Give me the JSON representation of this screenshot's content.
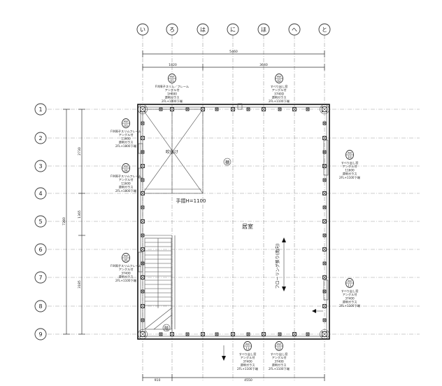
{
  "grid": {
    "columns": [
      "い",
      "ろ",
      "は",
      "に",
      "ほ",
      "へ",
      "と"
    ],
    "rows": [
      "1",
      "2",
      "3",
      "4",
      "5",
      "6",
      "7",
      "8",
      "9"
    ]
  },
  "dimensions": {
    "top_overall": "5460",
    "top_left": "1820",
    "top_right": "3640",
    "left_overall": "7280",
    "left_upper": "2730",
    "left_mid": "1365",
    "left_lower": "3185",
    "bottom_left": "910",
    "bottom_right": "4550"
  },
  "rooms": {
    "void": "吹抜け",
    "main": "居室",
    "handrail": "手摺H=1100",
    "flooring": "フローリング張り(南向)",
    "stair_label": "階",
    "circle_mark": "棚"
  },
  "window_tags": [
    {
      "id": "tag-01",
      "code": "AW",
      "num": "01",
      "lines": [
        "FIX障子スリム／フレーム",
        "アングル付",
        "1H600",
        "透明ガラス",
        "2FL+1800下端"
      ]
    },
    {
      "id": "tag-02",
      "code": "AW",
      "num": "02",
      "lines": [
        "すべり出し窓",
        "アングル付",
        "3740D",
        "透明ガラス",
        "2FL+1100下端"
      ]
    },
    {
      "id": "tag-03",
      "code": "AW",
      "num": "03",
      "lines": [
        "FIX障子スリムフレーム",
        "アングル付",
        "11600",
        "透明ガラス",
        "2FL+1800下端"
      ]
    },
    {
      "id": "tag-04",
      "code": "AW",
      "num": "04",
      "lines": [
        "FIX障子スリムフレーム",
        "アングル付",
        "11600",
        "透明ガラス",
        "2FL+1800下端"
      ]
    },
    {
      "id": "tag-05",
      "code": "AW",
      "num": "05",
      "lines": [
        "FIX障子スリムフレーム",
        "アングル付",
        "37400",
        "透明ガラス",
        "2FL+1100下端"
      ]
    },
    {
      "id": "tag-10",
      "code": "AW",
      "num": "10",
      "lines": [
        "すべり出し窓",
        "アングル付",
        "11600",
        "透明ガラス",
        "2FL+1100下端"
      ]
    },
    {
      "id": "tag-11",
      "code": "AW",
      "num": "11",
      "lines": [
        "すべり出し窓",
        "アングル付",
        "37400",
        "透明ガラス",
        "2FL+1100下端"
      ]
    },
    {
      "id": "tag-13",
      "code": "AW",
      "num": "13",
      "lines": [
        "すべり出し窓",
        "アングル付",
        "37400",
        "透明ガラス",
        "2FL+1100下端"
      ]
    },
    {
      "id": "tag-12",
      "code": "AW",
      "num": "12",
      "lines": [
        "すべり出し窓",
        "アングル付",
        "37400",
        "透明ガラス",
        "2FL+1100下端"
      ]
    }
  ]
}
